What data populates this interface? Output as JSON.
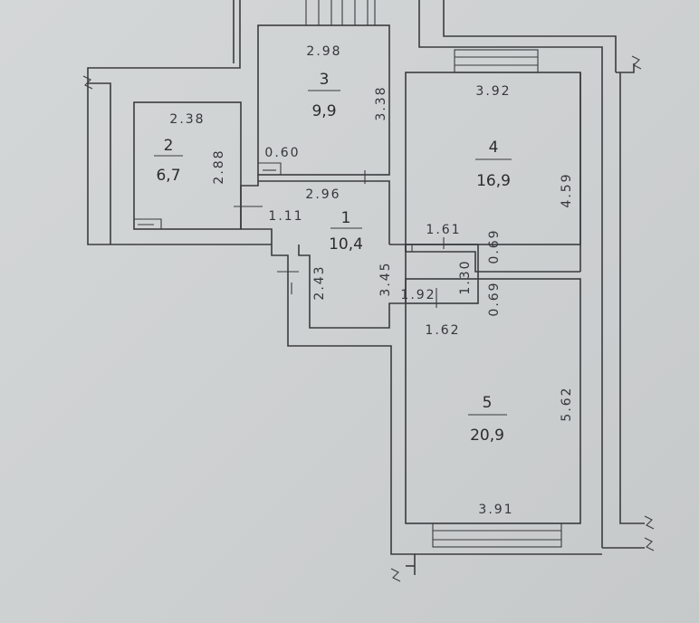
{
  "rooms": [
    {
      "number": "1",
      "area": "10,4"
    },
    {
      "number": "2",
      "area": "6,7"
    },
    {
      "number": "3",
      "area": "9,9"
    },
    {
      "number": "4",
      "area": "16,9"
    },
    {
      "number": "5",
      "area": "20,9"
    }
  ],
  "dimensions": {
    "r2_width": "2.38",
    "r2_height": "2.88",
    "r3_width": "2.98",
    "r3_height": "3.38",
    "r3_door": "0.60",
    "r1_top_width": "2.96",
    "r1_left": "1.11",
    "r1_left_height": "2.43",
    "r1_mid_height": "3.45",
    "r1_bottom": "1.92",
    "r4_width": "3.92",
    "r4_height": "4.59",
    "closet_top": "1.61",
    "closet_height": "1.30",
    "closet_bottom": "1.62",
    "wall_upper": "0.69",
    "wall_lower": "0.69",
    "r5_height": "5.62",
    "r5_width": "3.91"
  }
}
